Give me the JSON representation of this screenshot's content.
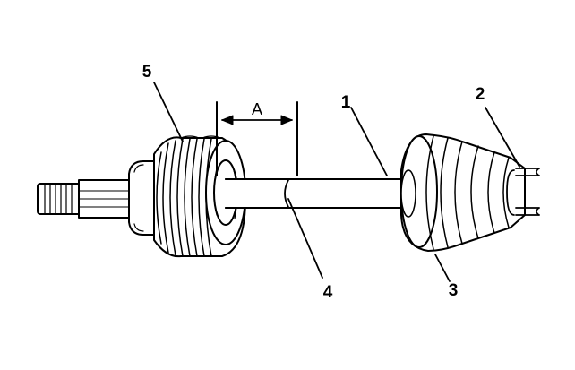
{
  "callouts": {
    "c1": "1",
    "c2": "2",
    "c3": "3",
    "c4": "4",
    "c5": "5"
  },
  "dimension": {
    "label": "A"
  }
}
